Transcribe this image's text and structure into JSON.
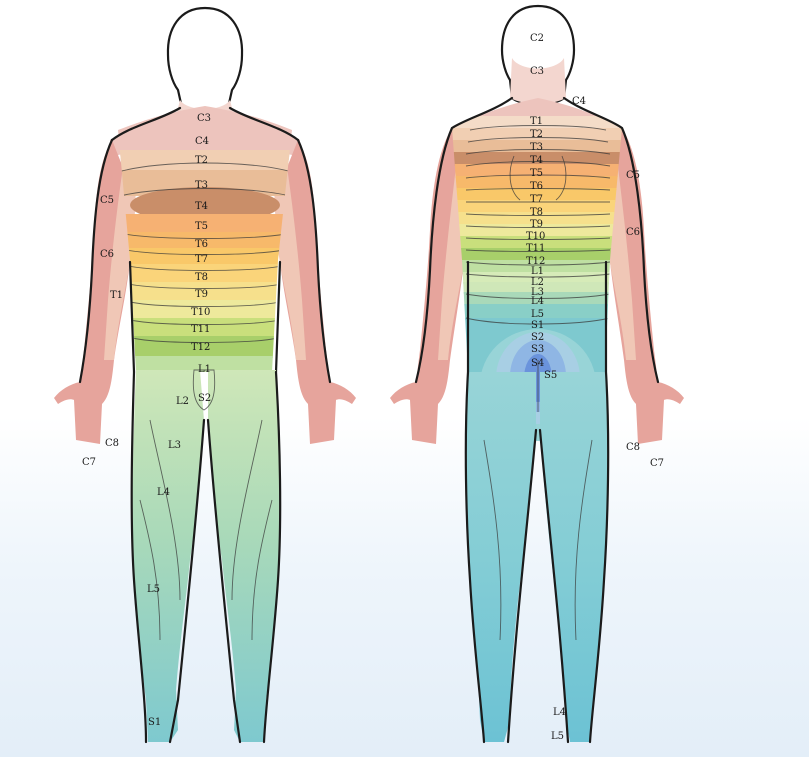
{
  "colors": {
    "C2": "#f6e4de",
    "C3": "#f3d6cf",
    "C4": "#edc4bd",
    "arm": "#e6a49c",
    "arm_light": "#f0c7b6",
    "T1": "#f4dcc8",
    "T2": "#f1cfb3",
    "T3": "#e9bd98",
    "T4": "#c98e69",
    "T5": "#f6b173",
    "T6": "#f7b96a",
    "T7": "#f9c869",
    "T8": "#fad47a",
    "T9": "#f6e08c",
    "T10": "#eee99c",
    "T11": "#c9df7c",
    "T12": "#a8cf6a",
    "L1": "#bfe0a2",
    "L2": "#d6ebb8",
    "L3": "#cfe7b8",
    "L4": "#a9d9b9",
    "L5": "#89cfc7",
    "S1": "#7ec9cf",
    "S2": "#98d4d7",
    "S3": "#a8cfe4",
    "S4": "#8fb6e4",
    "S5": "#6a93dc",
    "head": "#ffffff",
    "outline": "#1b1b1b"
  },
  "front": {
    "labels": {
      "C3": "C3",
      "C4": "C4",
      "C5": "C5",
      "C6": "C6",
      "C7": "C7",
      "C8": "C8",
      "T1": "T1",
      "T2": "T2",
      "T3": "T3",
      "T4": "T4",
      "T5": "T5",
      "T6": "T6",
      "T7": "T7",
      "T8": "T8",
      "T9": "T9",
      "T10": "T10",
      "T11": "T11",
      "T12": "T12",
      "L1": "L1",
      "L2": "L2",
      "L3": "L3",
      "L4": "L4",
      "L5": "L5",
      "S1": "S1",
      "S2": "S2"
    }
  },
  "back": {
    "labels": {
      "C2": "C2",
      "C3": "C3",
      "C4": "C4",
      "C5": "C5",
      "C6": "C6",
      "C7": "C7",
      "C8": "C8",
      "T1": "T1",
      "T2": "T2",
      "T3": "T3",
      "T4": "T4",
      "T5": "T5",
      "T6": "T6",
      "T7": "T7",
      "T8": "T8",
      "T9": "T9",
      "T10": "T10",
      "T11": "T11",
      "T12": "T12",
      "L1": "L1",
      "L2": "L2",
      "L3": "L3",
      "L4": "L4",
      "L5": "L5",
      "S1": "S1",
      "S2": "S2",
      "S3": "S3",
      "S4": "S4",
      "S5": "S5",
      "L4_foot": "L4",
      "L5_foot": "L5"
    }
  }
}
